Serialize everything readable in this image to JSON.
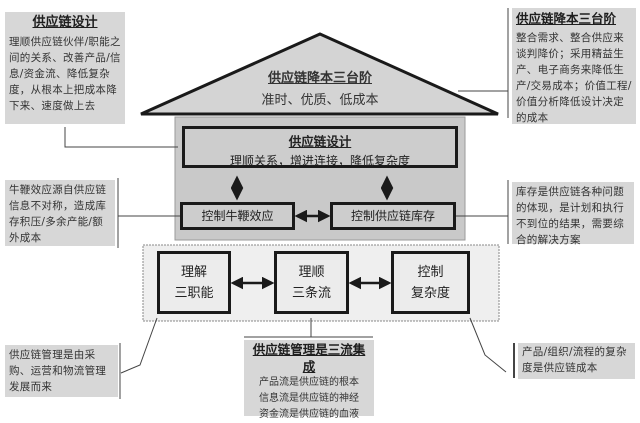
{
  "callouts": {
    "top_left": {
      "title": "供应链设计",
      "text": "理顺供应链伙伴/职能之间的关系、改善产品/信息/资金流、降低复杂度，从根本上把成本降下来、速度做上去"
    },
    "top_right": {
      "title": "供应链降本三台阶",
      "text": "整合需求、整合供应来谈判降价；采用精益生产、电子商务来降低生产/交易成本；价值工程/价值分析降低设计决定的成本"
    },
    "mid_left": {
      "text": "牛鞭效应源自供应链信息不对称，造成库存积压/多余产能/额外成本"
    },
    "mid_right": {
      "text": "库存是供应链各种问题的体现，是计划和执行不到位的结果，需要综合的解决方案"
    },
    "bottom_left": {
      "text": "供应链管理是由采购、运营和物流管理发展而来"
    },
    "bottom_center": {
      "title": "供应链管理是三流集成",
      "lines": [
        "产品流是供应链的根本",
        "信息流是供应链的神经",
        "资金流是供应链的血液"
      ]
    },
    "bottom_right": {
      "text": "产品/组织/流程的复杂度是供应链成本"
    }
  },
  "roof": {
    "title": "供应链降本三台阶",
    "subtitle": "准时、优质、低成本"
  },
  "body": {
    "design_box": {
      "title": "供应链设计",
      "subtitle": "理顺关系，增进连接，降低复杂度"
    },
    "bullwhip_box": "控制牛鞭效应",
    "inventory_box": "控制供应链库存"
  },
  "foundation": {
    "pillars": [
      {
        "line1": "理解",
        "line2": "三职能"
      },
      {
        "line1": "理顺",
        "line2": "三条流"
      },
      {
        "line1": "控制",
        "line2": "复杂度"
      }
    ]
  },
  "colors": {
    "note_bg": "#d7d7d7",
    "roof_fill": "#d4d4d4",
    "body_fill": "#c9c9c9",
    "foundation_fill": "#efefef",
    "stroke": "#1a1a1a"
  }
}
